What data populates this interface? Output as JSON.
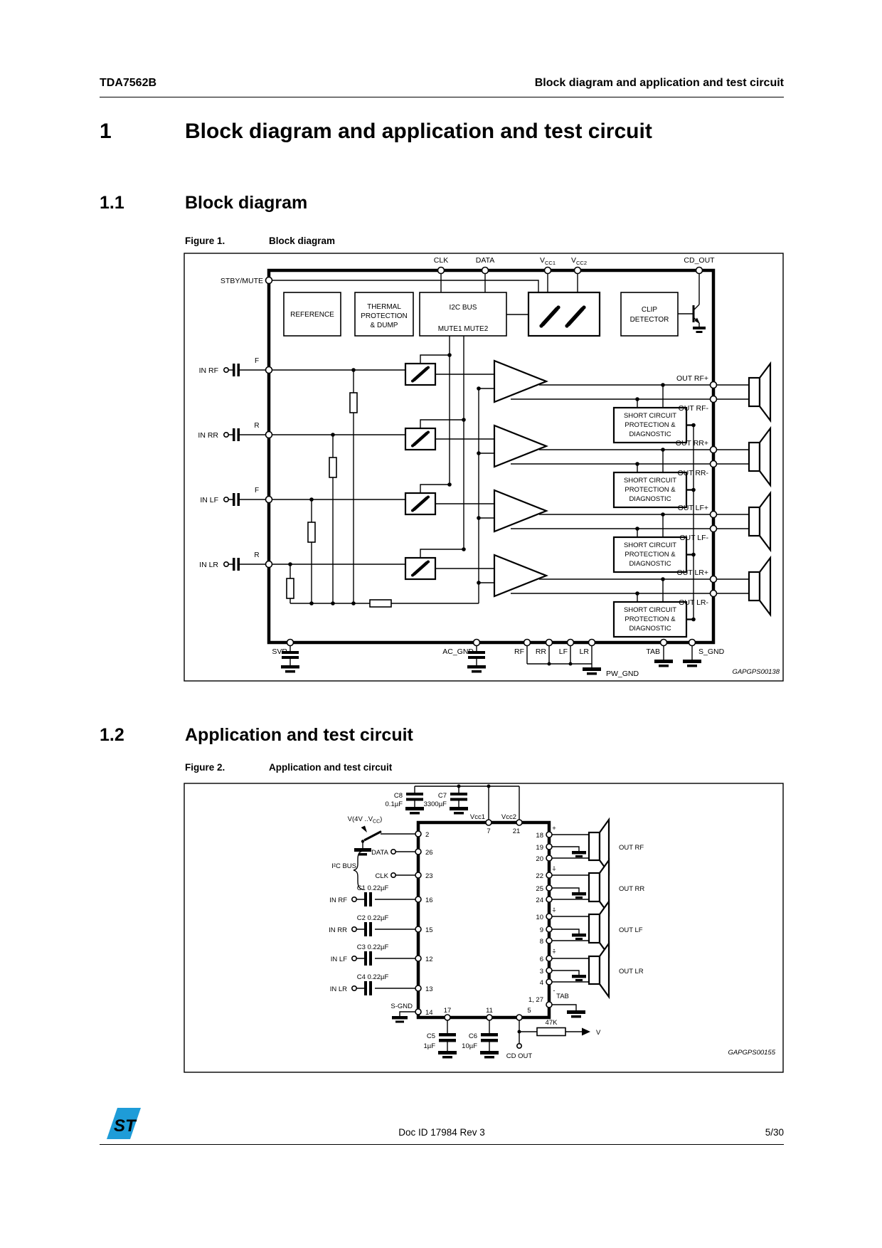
{
  "header": {
    "product": "TDA7562B",
    "chapter": "Block diagram and application and test circuit"
  },
  "sections": {
    "s1": {
      "number": "1",
      "title": "Block diagram and application and test circuit"
    },
    "s11": {
      "number": "1.1",
      "title": "Block diagram"
    },
    "s12": {
      "number": "1.2",
      "title": "Application and test circuit"
    }
  },
  "figure1": {
    "label": "Figure 1.",
    "caption": "Block diagram",
    "code": "GAPGPS00138",
    "top_pins": {
      "clk": "CLK",
      "data": "DATA",
      "v1": "V",
      "v1s": "CC1",
      "v2": "V",
      "v2s": "CC2",
      "cd_out": "CD_OUT"
    },
    "stby": "STBY/MUTE",
    "blocks": {
      "reference": "REFERENCE",
      "thermal": [
        "THERMAL",
        "PROTECTION",
        "& DUMP"
      ],
      "i2c_title": "I2C BUS",
      "i2c_sub": "MUTE1 MUTE2",
      "clip": [
        "CLIP",
        "DETECTOR"
      ],
      "scp": [
        "SHORT CIRCUIT",
        "PROTECTION &",
        "DIAGNOSTIC"
      ]
    },
    "channels": [
      {
        "input": "IN RF",
        "tag": "F",
        "out_p": "OUT RF+",
        "out_m": "OUT RF-"
      },
      {
        "input": "IN RR",
        "tag": "R",
        "out_p": "OUT RR+",
        "out_m": "OUT RR-"
      },
      {
        "input": "IN LF",
        "tag": "F",
        "out_p": "OUT LF+",
        "out_m": "OUT LF-"
      },
      {
        "input": "IN LR",
        "tag": "R",
        "out_p": "OUT LR+",
        "out_m": "OUT LR-"
      }
    ],
    "bottom_pins": [
      "SVR",
      "AC_GND",
      "RF",
      "RR",
      "LF",
      "LR",
      "TAB",
      "S_GND"
    ],
    "pw_gnd": "PW_GND"
  },
  "figure2": {
    "label": "Figure 2.",
    "caption": "Application and test circuit",
    "code": "GAPGPS00155",
    "supply": {
      "c8": "C8",
      "c8v": "0.1µF",
      "c7": "C7",
      "c7v": "3300µF",
      "vcc1": "Vcc1",
      "pin7": "7",
      "vcc2": "Vcc2",
      "pin21": "21"
    },
    "vsource": {
      "pre": "V(4V ..V",
      "sub": "CC",
      "post": ")",
      "pin": "2"
    },
    "i2c": {
      "label": "I²C BUS",
      "data": "DATA",
      "data_pin": "26",
      "clk": "CLK",
      "clk_pin": "23"
    },
    "inputs": [
      {
        "cap": "C1 0.22µF",
        "name": "IN RF",
        "pin": "16"
      },
      {
        "cap": "C2 0.22µF",
        "name": "IN RR",
        "pin": "15"
      },
      {
        "cap": "C3 0.22µF",
        "name": "IN LF",
        "pin": "12"
      },
      {
        "cap": "C4 0.22µF",
        "name": "IN LR",
        "pin": "13"
      }
    ],
    "sgnd": {
      "label": "S-GND",
      "pin": "14"
    },
    "bottom": {
      "pin17": "17",
      "c5": "C5",
      "c5v": "1µF",
      "pin11": "11",
      "c6": "C6",
      "c6v": "10µF",
      "pin5": "5",
      "res": "47K",
      "v": "V",
      "cd_out": "CD OUT"
    },
    "tab": {
      "pins": "1, 27",
      "label": "TAB"
    },
    "outputs": [
      {
        "p": "18",
        "g": "19",
        "m": "20",
        "name": "OUT RF"
      },
      {
        "p": "22",
        "g": "25",
        "m": "24",
        "name": "OUT RR"
      },
      {
        "p": "10",
        "g": "9",
        "m": "8",
        "name": "OUT LF"
      },
      {
        "p": "6",
        "g": "3",
        "m": "4",
        "name": "OUT LR"
      }
    ]
  },
  "footer": {
    "logo": "ST",
    "doc_id": "Doc ID 17984 Rev 3",
    "page": "5/30"
  }
}
